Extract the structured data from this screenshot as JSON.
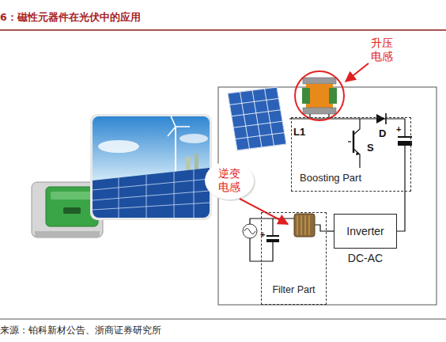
{
  "diagram": {
    "title": "6：磁性元器件在光伏中的应用",
    "caption": "来源：铂科新材公告、浙商证券研究所",
    "nodes": [
      {
        "text": [
          "Boosting Part"
        ]
      },
      {
        "text": [
          "Filter Part"
        ]
      },
      {
        "text": [
          "Inverter",
          "DC-AC"
        ]
      }
    ],
    "edges": [
      {
        "from": 0,
        "to": 2,
        "arrow": "none"
      },
      {
        "from": 2,
        "to": 1,
        "arrow": "none"
      }
    ],
    "labels": [
      "升压 电感",
      "逆变 电感",
      "L1",
      "S",
      "D",
      "+",
      "+"
    ]
  }
}
